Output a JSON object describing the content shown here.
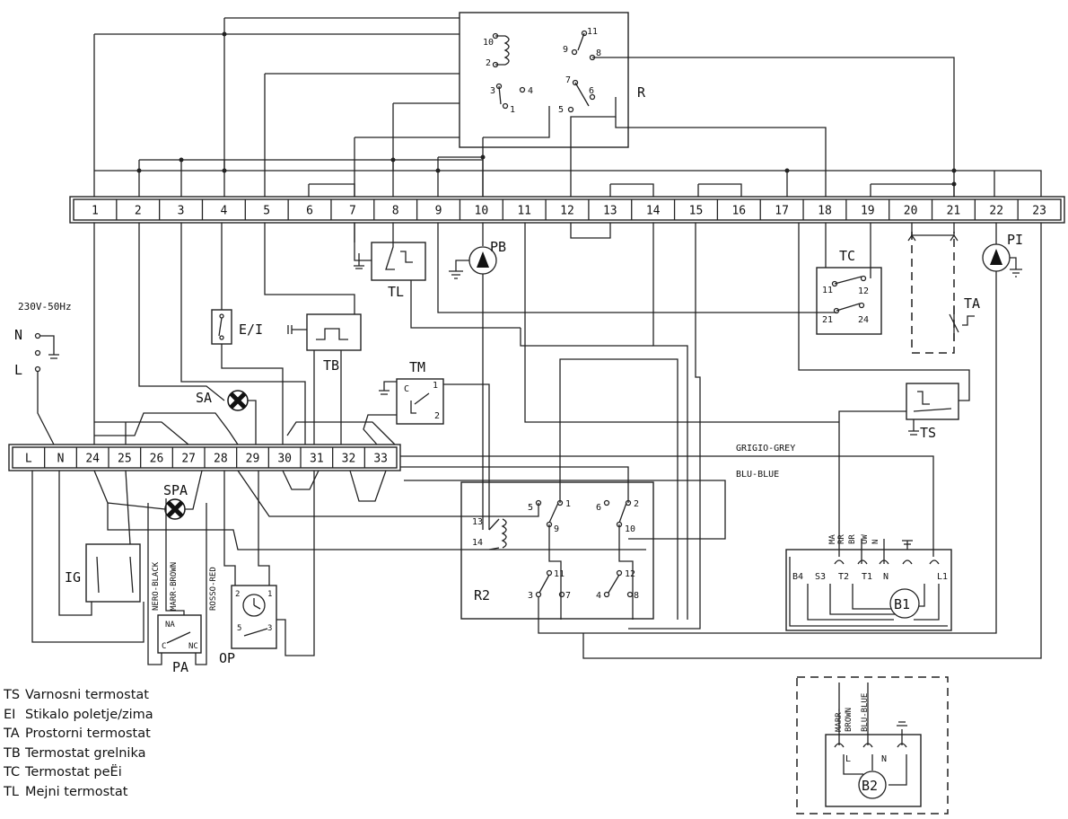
{
  "top_strip": {
    "terminals": [
      "1",
      "2",
      "3",
      "4",
      "5",
      "6",
      "7",
      "8",
      "9",
      "10",
      "11",
      "12",
      "13",
      "14",
      "15",
      "16",
      "17",
      "18",
      "19",
      "20",
      "21",
      "22",
      "23"
    ]
  },
  "bottom_strip": {
    "terminals": [
      "L",
      "N",
      "24",
      "25",
      "26",
      "27",
      "28",
      "29",
      "30",
      "31",
      "32",
      "33"
    ]
  },
  "power": {
    "label": "230V-50Hz",
    "n": "N",
    "l": "L"
  },
  "components": {
    "R": "R",
    "R2": "R2",
    "PB": "PB",
    "PI": "PI",
    "TL": "TL",
    "TC": "TC",
    "TA": "TA",
    "TB": "TB",
    "TM": "TM",
    "TS": "TS",
    "EI": "E/I",
    "SA": "SA",
    "SPA": "SPA",
    "IG": "IG",
    "PA": "PA",
    "OP": "OP",
    "B1": "B1",
    "B2": "B2"
  },
  "relay_r": {
    "pins": [
      "10",
      "2",
      "3",
      "4",
      "1",
      "11",
      "9",
      "8",
      "7",
      "6",
      "5"
    ]
  },
  "relay_r2": {
    "pins": [
      "13",
      "14",
      "5",
      "1",
      "9",
      "6",
      "2",
      "10",
      "11",
      "3",
      "7",
      "12",
      "4",
      "8"
    ]
  },
  "tc_pins": [
    "11",
    "12",
    "21",
    "24"
  ],
  "tm_pins": [
    "C",
    "1",
    "2"
  ],
  "pa_pins": [
    "NA",
    "C",
    "NC"
  ],
  "op_pins": [
    "2",
    "1",
    "5",
    "3"
  ],
  "b1_terminals": [
    "B4",
    "S3",
    "T2",
    "T1",
    "N",
    "L1"
  ],
  "b1_wire_labels": [
    "MA",
    "RR",
    "BR",
    "OW",
    "N"
  ],
  "b2_terminals": [
    "L",
    "N"
  ],
  "wire_labels": {
    "grey": "GRIGIO-GREY",
    "blue": "BLU-BLUE",
    "black": "NERO-BLACK",
    "brown": "MARR-BROWN",
    "red": "ROSSO-RED",
    "b2_brown_1": "MARR-",
    "b2_brown_2": "BROWN",
    "b2_blue": "BLU-BLUE"
  },
  "legend": [
    {
      "code": "TS",
      "text": "Varnosni termostat"
    },
    {
      "code": "EI",
      "text": "Stikalo poletje/zima"
    },
    {
      "code": "TA",
      "text": "Prostorni termostat"
    },
    {
      "code": "TB",
      "text": "Termostat grelnika"
    },
    {
      "code": "TC",
      "text": "Termostat peËi"
    },
    {
      "code": "TL",
      "text": "Mejni termostat"
    }
  ]
}
